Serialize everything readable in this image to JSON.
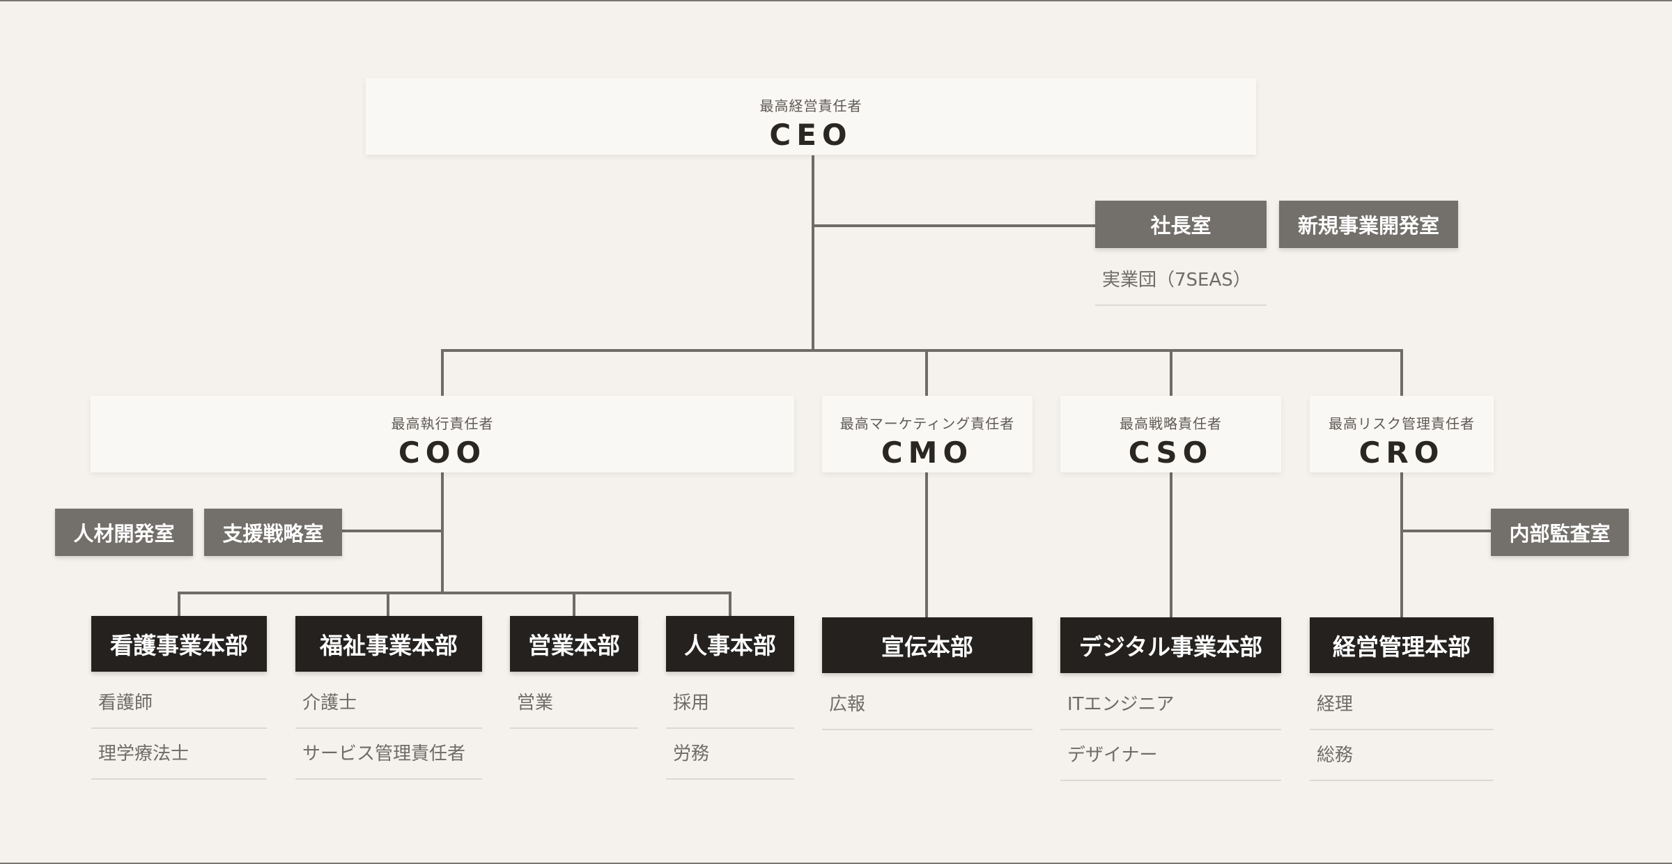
{
  "ceo": {
    "subtitle": "最高経営責任者",
    "title": "CEO"
  },
  "ceo_offices": {
    "president_office": "社長室",
    "new_business_office": "新規事業開発室",
    "note": "実業団（7SEAS）"
  },
  "coo": {
    "subtitle": "最高執行責任者",
    "title": "COO"
  },
  "cmo": {
    "subtitle": "最高マーケティング責任者",
    "title": "CMO"
  },
  "cso": {
    "subtitle": "最高戦略責任者",
    "title": "CSO"
  },
  "cro": {
    "subtitle": "最高リスク管理責任者",
    "title": "CRO"
  },
  "coo_offices": {
    "hr_development": "人材開発室",
    "support_strategy": "支援戦略室"
  },
  "cro_offices": {
    "internal_audit": "内部監査室"
  },
  "departments": {
    "nursing": {
      "name": "看護事業本部",
      "roles": [
        "看護師",
        "理学療法士"
      ]
    },
    "welfare": {
      "name": "福祉事業本部",
      "roles": [
        "介護士",
        "サービス管理責任者"
      ]
    },
    "sales": {
      "name": "営業本部",
      "roles": [
        "営業"
      ]
    },
    "hr": {
      "name": "人事本部",
      "roles": [
        "採用",
        "労務"
      ]
    },
    "pr": {
      "name": "宣伝本部",
      "roles": [
        "広報"
      ]
    },
    "digital": {
      "name": "デジタル事業本部",
      "roles": [
        "ITエンジニア",
        "デザイナー"
      ]
    },
    "management": {
      "name": "経営管理本部",
      "roles": [
        "経理",
        "総務"
      ]
    }
  }
}
